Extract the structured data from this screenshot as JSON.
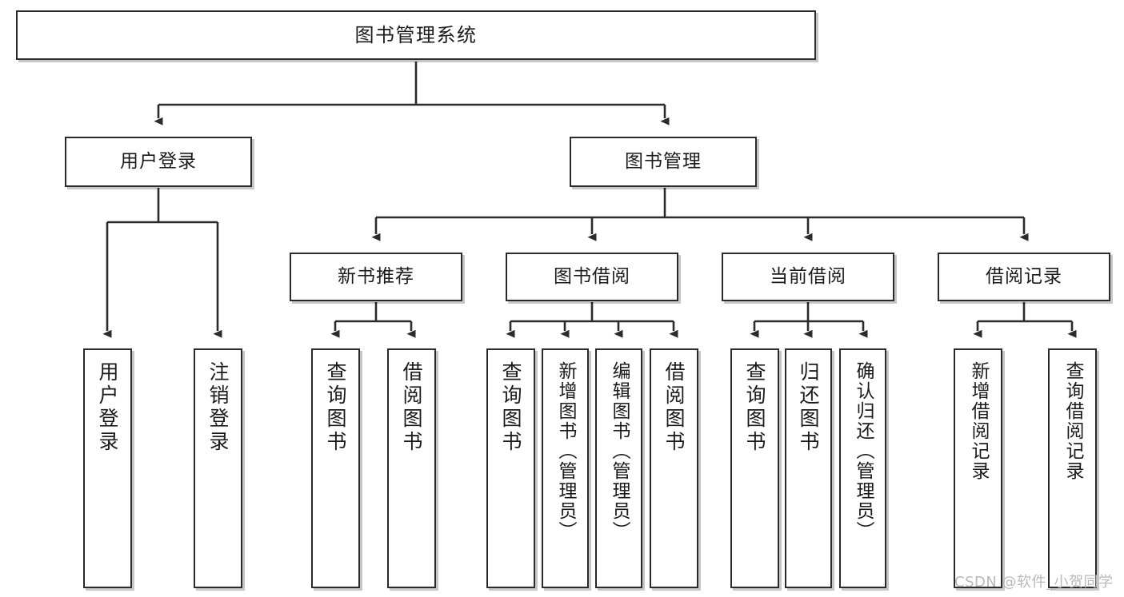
{
  "diagram": {
    "type": "tree-hierarchy-chart",
    "title": "图书管理系统",
    "watermark": "CSDN @软件_小贺同学",
    "colors": {
      "box_border": "#2b2b2b",
      "box_fill": "#ffffff",
      "connector": "#2b2b2b",
      "text": "#1b1b1b",
      "watermark": "#b9b9b9",
      "background": "#ffffff"
    },
    "levels": {
      "level1": "系统根节点",
      "level2": "一级模块",
      "level3": "二级模块",
      "level4": "功能叶子节点"
    },
    "nodes": {
      "root": {
        "id": "root",
        "label": "图书管理系统"
      },
      "level2": [
        {
          "id": "user-login",
          "label": "用户登录"
        },
        {
          "id": "book-manage",
          "label": "图书管理"
        }
      ],
      "level3": [
        {
          "id": "new-book-recommend",
          "label": "新书推荐",
          "parent": "book-manage"
        },
        {
          "id": "book-borrow",
          "label": "图书借阅",
          "parent": "book-manage"
        },
        {
          "id": "current-borrow",
          "label": "当前借阅",
          "parent": "book-manage"
        },
        {
          "id": "borrow-record",
          "label": "借阅记录",
          "parent": "book-manage"
        }
      ],
      "leaves": {
        "user_login": [
          {
            "id": "leaf-user-login",
            "label": "用户登录"
          },
          {
            "id": "leaf-logout-login",
            "label": "注销登录"
          }
        ],
        "new_book_recommend": [
          {
            "id": "leaf-query-book-1",
            "label": "查询图书"
          },
          {
            "id": "leaf-borrow-book-1",
            "label": "借阅图书"
          }
        ],
        "book_borrow": [
          {
            "id": "leaf-query-book-2",
            "label": "查询图书"
          },
          {
            "id": "leaf-add-book",
            "label": "新增图书（管理员）"
          },
          {
            "id": "leaf-edit-book",
            "label": "编辑图书（管理员）"
          },
          {
            "id": "leaf-borrow-book-2",
            "label": "借阅图书"
          }
        ],
        "current_borrow": [
          {
            "id": "leaf-query-book-3",
            "label": "查询图书"
          },
          {
            "id": "leaf-return-book",
            "label": "归还图书"
          },
          {
            "id": "leaf-confirm-return",
            "label": "确认归还（管理员）"
          }
        ],
        "borrow_record": [
          {
            "id": "leaf-add-record",
            "label": "新增借阅记录"
          },
          {
            "id": "leaf-query-record",
            "label": "查询借阅记录"
          }
        ]
      }
    }
  }
}
